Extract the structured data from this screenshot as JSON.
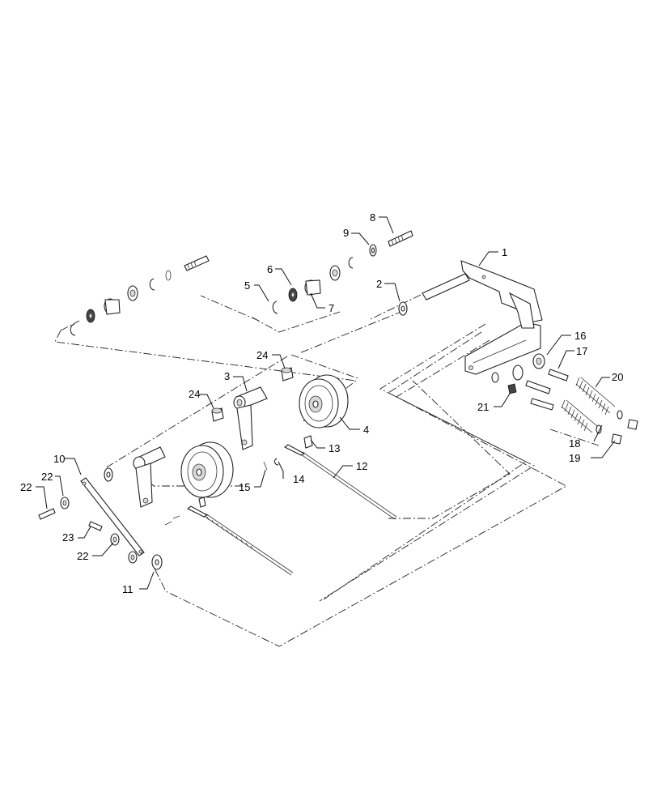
{
  "callouts": [
    {
      "id": "c1",
      "text": "1"
    },
    {
      "id": "c2",
      "text": "2"
    },
    {
      "id": "c3",
      "text": "3"
    },
    {
      "id": "c4",
      "text": "4"
    },
    {
      "id": "c5",
      "text": "5"
    },
    {
      "id": "c6",
      "text": "6"
    },
    {
      "id": "c7",
      "text": "7"
    },
    {
      "id": "c8",
      "text": "8"
    },
    {
      "id": "c9",
      "text": "9"
    },
    {
      "id": "c10",
      "text": "10"
    },
    {
      "id": "c11",
      "text": "11"
    },
    {
      "id": "c12",
      "text": "12"
    },
    {
      "id": "c13",
      "text": "13"
    },
    {
      "id": "c14",
      "text": "14"
    },
    {
      "id": "c15",
      "text": "15"
    },
    {
      "id": "c16",
      "text": "16"
    },
    {
      "id": "c17",
      "text": "17"
    },
    {
      "id": "c18",
      "text": "18"
    },
    {
      "id": "c19",
      "text": "19"
    },
    {
      "id": "c20",
      "text": "20"
    },
    {
      "id": "c21",
      "text": "21"
    },
    {
      "id": "c22a",
      "text": "22"
    },
    {
      "id": "c22b",
      "text": "22"
    },
    {
      "id": "c22c",
      "text": "22"
    },
    {
      "id": "c23",
      "text": "23"
    },
    {
      "id": "c24a",
      "text": "24"
    },
    {
      "id": "c24b",
      "text": "24"
    }
  ]
}
